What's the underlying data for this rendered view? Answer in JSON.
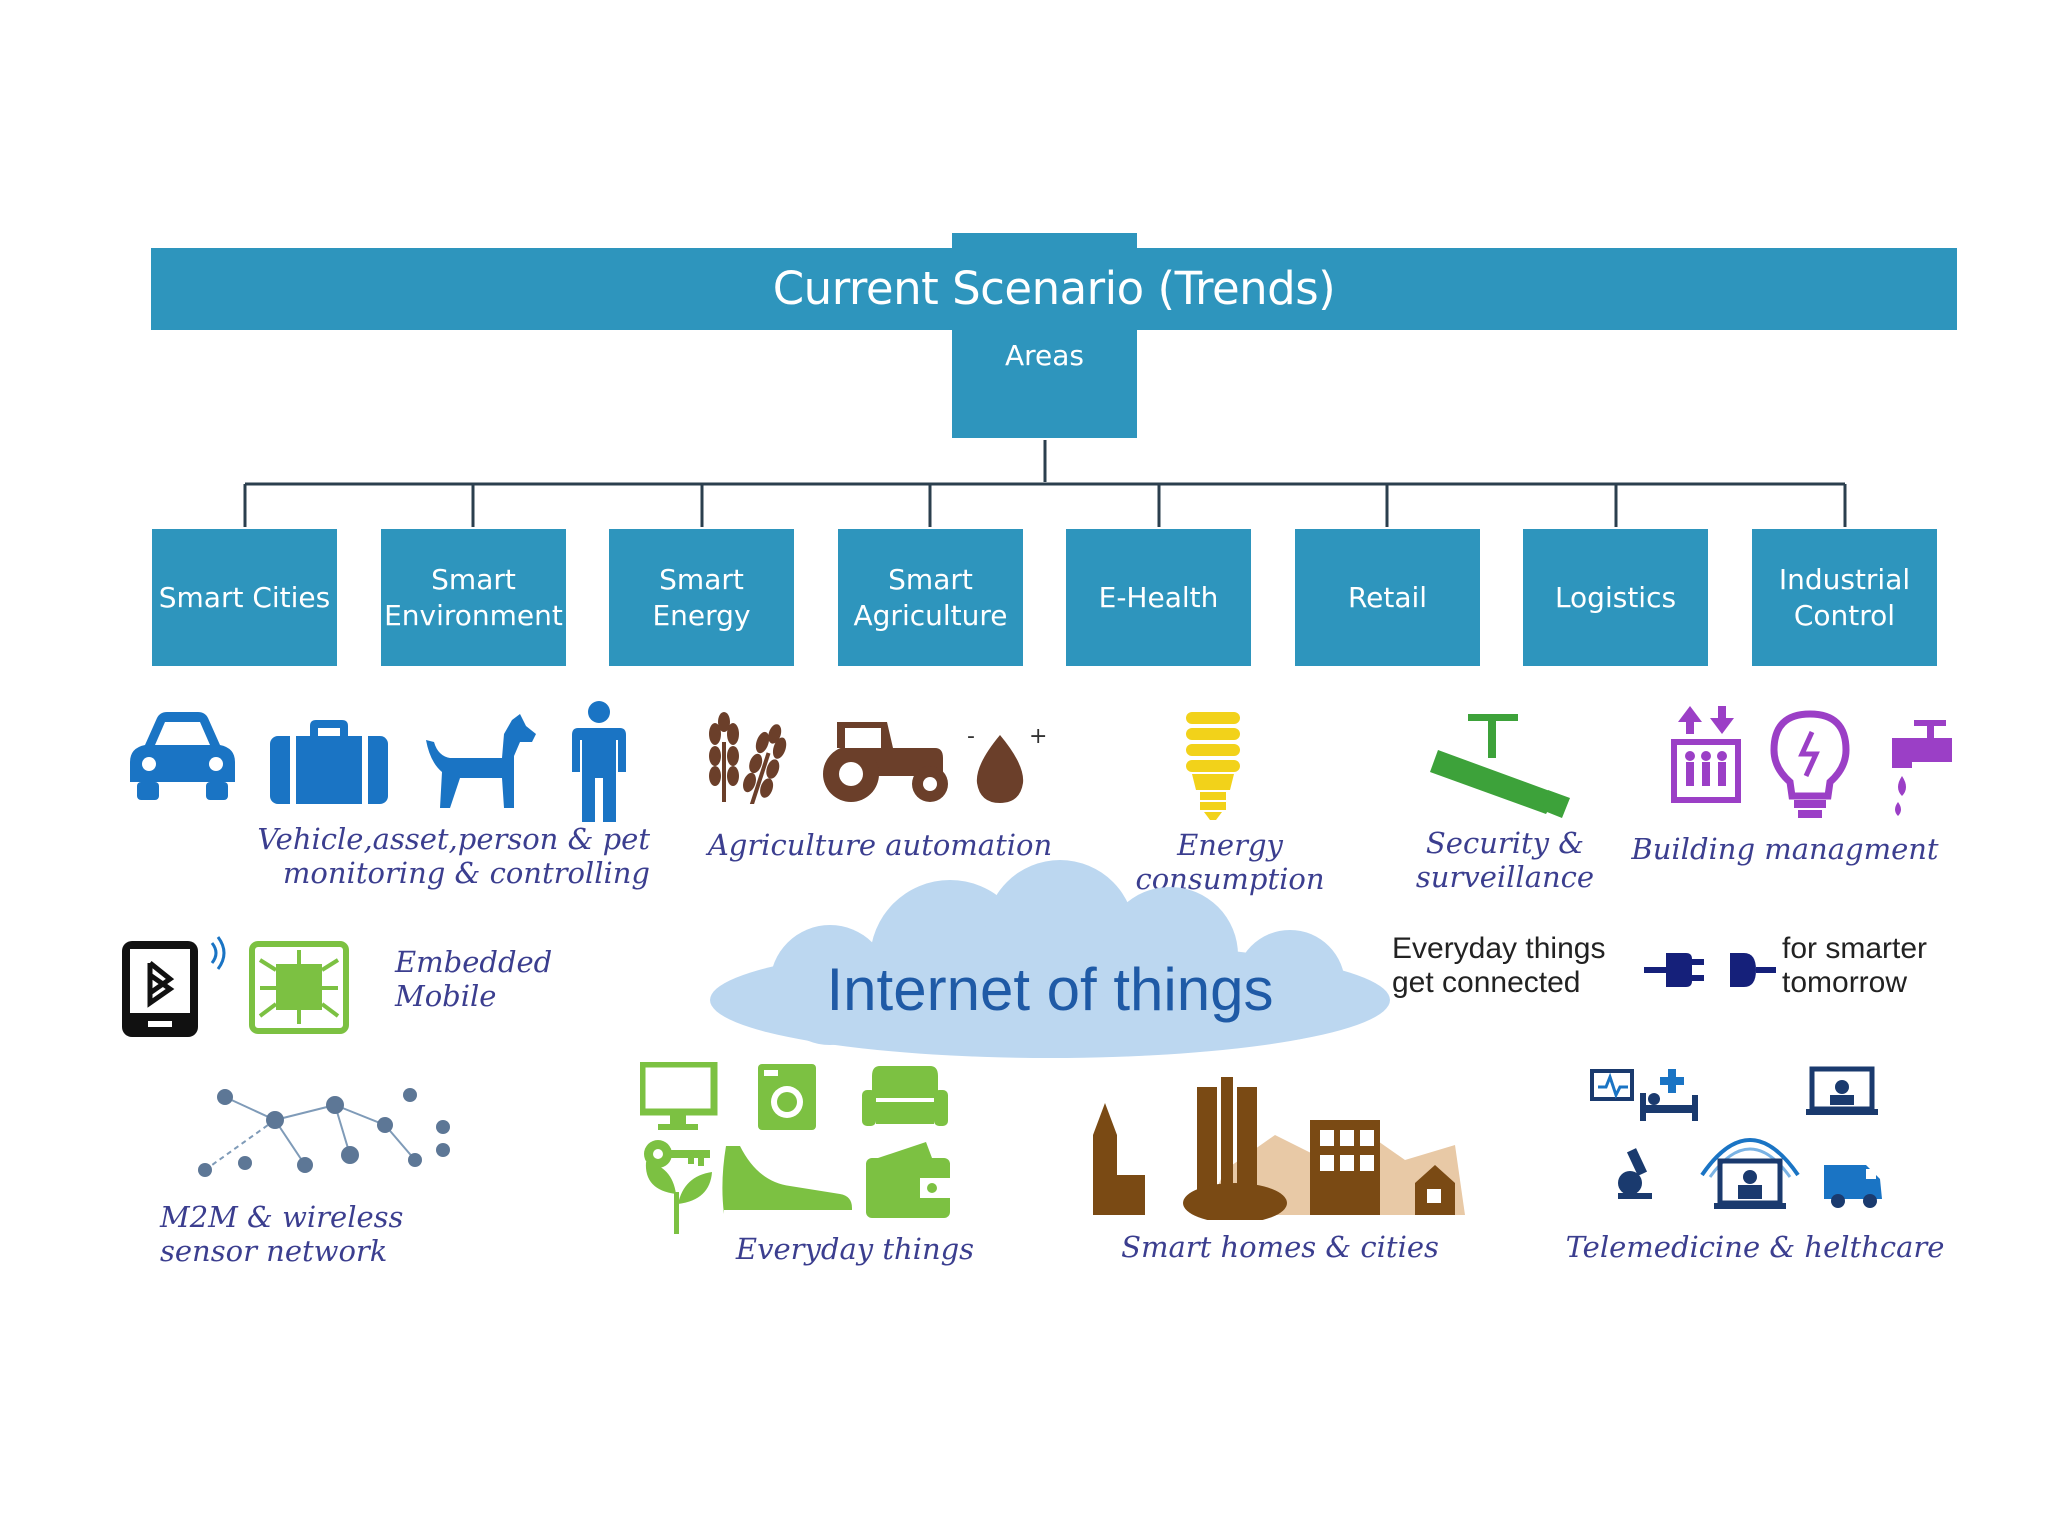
{
  "header": {
    "title": "Current Scenario (Trends)",
    "subtitle": "Areas"
  },
  "areas": [
    "Smart Cities",
    "Smart\nEnvironment",
    "Smart\nEnergy",
    "Smart\nAgriculture",
    "E-Health",
    "Retail",
    "Logistics",
    "Industrial\nControl"
  ],
  "labels": {
    "vehicle": "Vehicle,asset,person & pet\nmonitoring & controlling",
    "agriculture": "Agriculture automation",
    "energy": "Energy consumption",
    "security": "Security &\nsurveillance",
    "building": "Building managment",
    "embedded": "Embedded\nMobile",
    "m2m": "M2M & wireless\nsensor network",
    "everyday": "Everyday things",
    "homes": "Smart homes & cities",
    "tele": "Telemedicine & helthcare"
  },
  "cloud": {
    "text": "Internet of things"
  },
  "connect": {
    "left": "Everyday things\nget connected",
    "right": "for smarter\ntomorrow"
  },
  "colors": {
    "box": "#2e95bd",
    "blue_icons": "#1a74c4",
    "brown_icons": "#6b3f2a",
    "yellow_icon": "#f2d21a",
    "green_icons": "#3da23a",
    "purple_icons": "#9b3fc6",
    "lime_icons": "#7cc142",
    "cloud": "#bcd7f0",
    "script_text": "#3b3e8f"
  },
  "icons": [
    "car-icon",
    "briefcase-icon",
    "dog-icon",
    "person-icon",
    "wheat-icon",
    "tractor-icon",
    "drop-icon",
    "bulb-cfl-icon",
    "camera-icon",
    "elevator-icon",
    "lightbulb-icon",
    "faucet-icon",
    "bluetooth-icon",
    "chip-icon",
    "network-icon",
    "monitor-icon",
    "washer-icon",
    "armchair-icon",
    "key-icon",
    "sneaker-icon",
    "wallet-icon",
    "plant-icon",
    "city-icon",
    "plug-icon",
    "health-monitor-icon",
    "hospital-bed-icon",
    "laptop-icon",
    "microscope-icon",
    "ambulance-icon"
  ]
}
